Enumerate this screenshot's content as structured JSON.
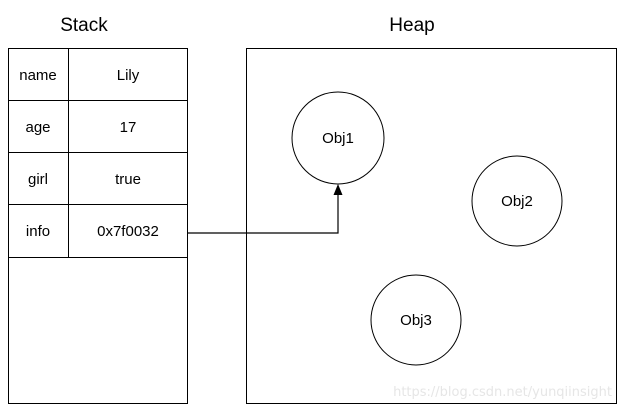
{
  "stack": {
    "title": "Stack",
    "rows": [
      {
        "key": "name",
        "value": "Lily"
      },
      {
        "key": "age",
        "value": "17"
      },
      {
        "key": "girl",
        "value": "true"
      },
      {
        "key": "info",
        "value": "0x7f0032"
      }
    ]
  },
  "heap": {
    "title": "Heap",
    "objects": [
      "Obj1",
      "Obj2",
      "Obj3"
    ]
  },
  "reference": {
    "from": "info",
    "to": "Obj1"
  },
  "watermark": "https://blog.csdn.net/yunqiinsight"
}
